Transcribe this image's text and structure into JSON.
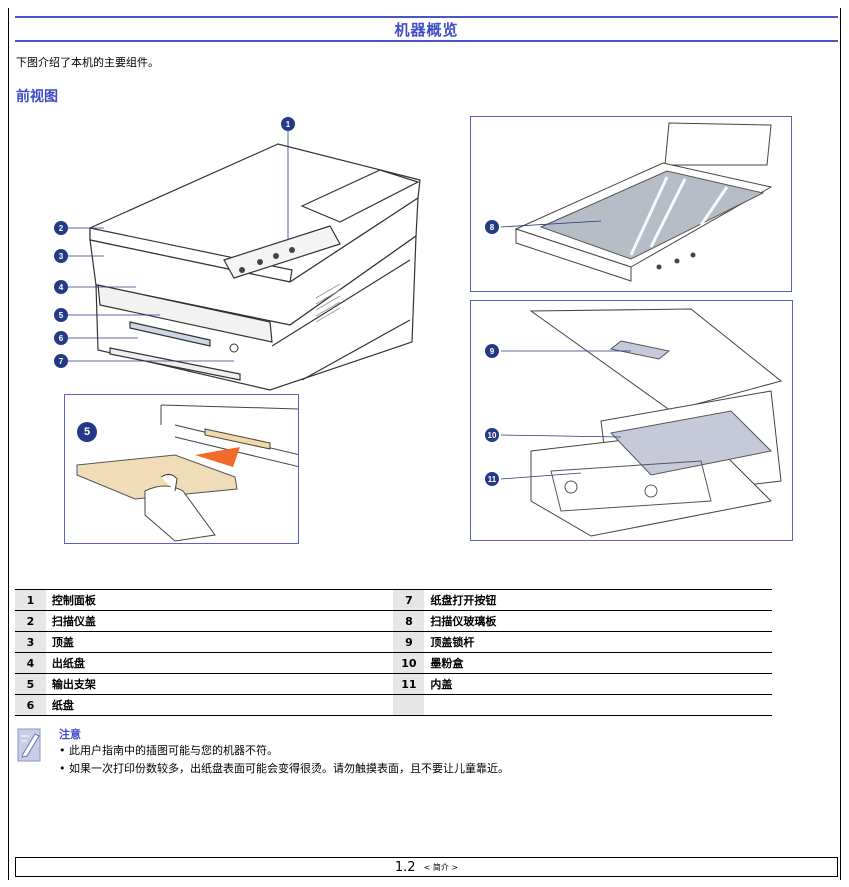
{
  "header": {
    "title": "机器概览"
  },
  "intro": "下图介绍了本机的主要组件。",
  "section": {
    "title": "前视图"
  },
  "callouts": {
    "c1": "1",
    "c2": "2",
    "c3": "3",
    "c4": "4",
    "c5": "5",
    "c6": "6",
    "c7": "7",
    "c8": "8",
    "c9": "9",
    "c10": "10",
    "c11": "11",
    "tray5": "5"
  },
  "parts": [
    {
      "left_num": "1",
      "left_name": "控制面板",
      "right_num": "7",
      "right_name": "纸盘打开按钮"
    },
    {
      "left_num": "2",
      "left_name": "扫描仪盖",
      "right_num": "8",
      "right_name": "扫描仪玻璃板"
    },
    {
      "left_num": "3",
      "left_name": "顶盖",
      "right_num": "9",
      "right_name": "顶盖锁杆"
    },
    {
      "left_num": "4",
      "left_name": "出纸盘",
      "right_num": "10",
      "right_name": "墨粉盒"
    },
    {
      "left_num": "5",
      "left_name": "输出支架",
      "right_num": "11",
      "right_name": "内盖"
    },
    {
      "left_num": "6",
      "left_name": "纸盘",
      "right_num": "",
      "right_name": ""
    }
  ],
  "note": {
    "title": "注意",
    "items": [
      "• 此用户指南中的插图可能与您的机器不符。",
      "• 如果一次打印份数较多，出纸盘表面可能会变得很烫。请勿触摸表面，且不要让儿童靠近。"
    ]
  },
  "footer": {
    "page": "1.2",
    "chapter": "< 简介 >"
  },
  "colors": {
    "accent": "#3f4dc6",
    "callout": "#243a86"
  }
}
